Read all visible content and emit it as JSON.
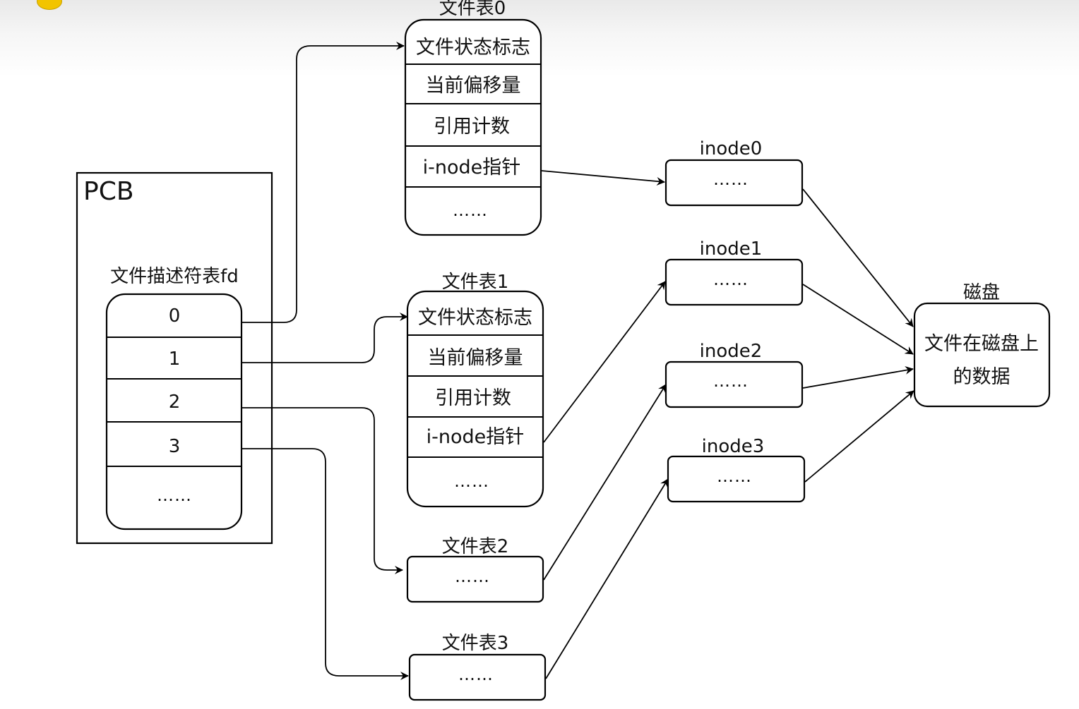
{
  "pcb": {
    "label": "PCB"
  },
  "fd_table": {
    "title": "文件描述符表fd",
    "rows": [
      "0",
      "1",
      "2",
      "3",
      "……"
    ]
  },
  "file_tables": [
    {
      "title": "文件表0",
      "rows": [
        "文件状态标志",
        "当前偏移量",
        "引用计数",
        "i-node指针",
        "……"
      ]
    },
    {
      "title": "文件表1",
      "rows": [
        "文件状态标志",
        "当前偏移量",
        "引用计数",
        "i-node指针",
        "……"
      ]
    },
    {
      "title": "文件表2",
      "rows": [
        "……"
      ]
    },
    {
      "title": "文件表3",
      "rows": [
        "……"
      ]
    }
  ],
  "inodes": [
    {
      "title": "inode0",
      "content": "……"
    },
    {
      "title": "inode1",
      "content": "……"
    },
    {
      "title": "inode2",
      "content": "……"
    },
    {
      "title": "inode3",
      "content": "……"
    }
  ],
  "disk": {
    "title": "磁盘",
    "line1": "文件在磁盘上",
    "line2": "的数据"
  }
}
